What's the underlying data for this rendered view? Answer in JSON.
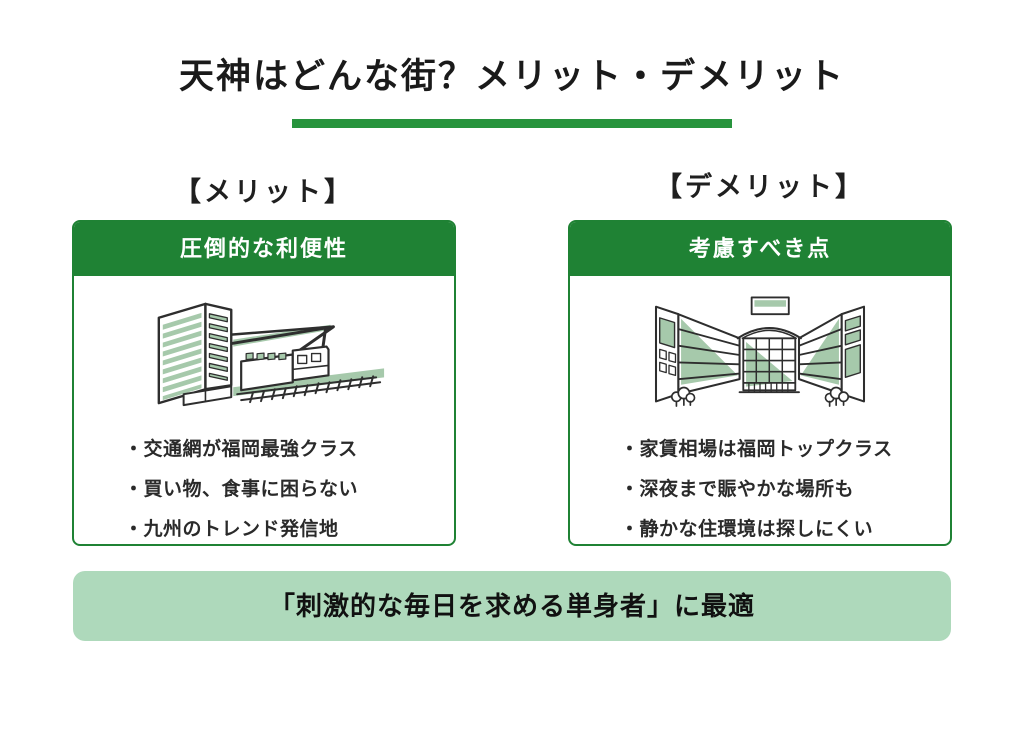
{
  "title": "天神はどんな街？メリット・デメリット",
  "colors": {
    "primary_green": "#1f8234",
    "accent_bar_green": "#27943d",
    "banner_light_green": "#aed9bb",
    "illustration_green": "#a6c9ab",
    "text": "#1f1f1f"
  },
  "merit": {
    "section_label": "【メリット】",
    "card_title": "圧倒的な利便性",
    "illustration": "office-building-and-train-illustration",
    "bullets": [
      "・交通網が福岡最強クラス",
      "・買い物、食事に困らない",
      "・九州のトレンド発信地"
    ]
  },
  "demerit": {
    "section_label": "【デメリット】",
    "card_title": "考慮すべき点",
    "illustration": "downtown-street-buildings-illustration",
    "bullets": [
      "・家賃相場は福岡トップクラス",
      "・深夜まで賑やかな場所も",
      "・静かな住環境は探しにくい"
    ]
  },
  "footer": {
    "banner_text": "「刺激的な毎日を求める単身者」に最適"
  }
}
